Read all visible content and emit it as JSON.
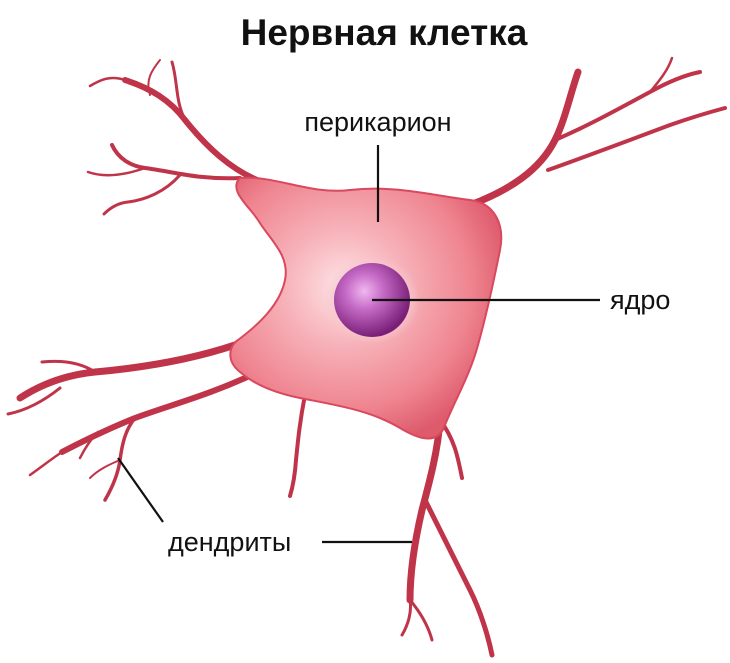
{
  "title": "Нервная клетка",
  "labels": {
    "perikaryon": "перикарион",
    "nucleus": "ядро",
    "dendrites": "дендриты"
  },
  "colors": {
    "dendrite": "#c0344a",
    "cell_edge": "#d9485e",
    "cell_body": "#f18c97",
    "cell_highlight": "#fde4e6",
    "nucleus_light": "#d58ad6",
    "nucleus_dark": "#7a1f78",
    "nucleus_halo": "#e9aab6"
  }
}
